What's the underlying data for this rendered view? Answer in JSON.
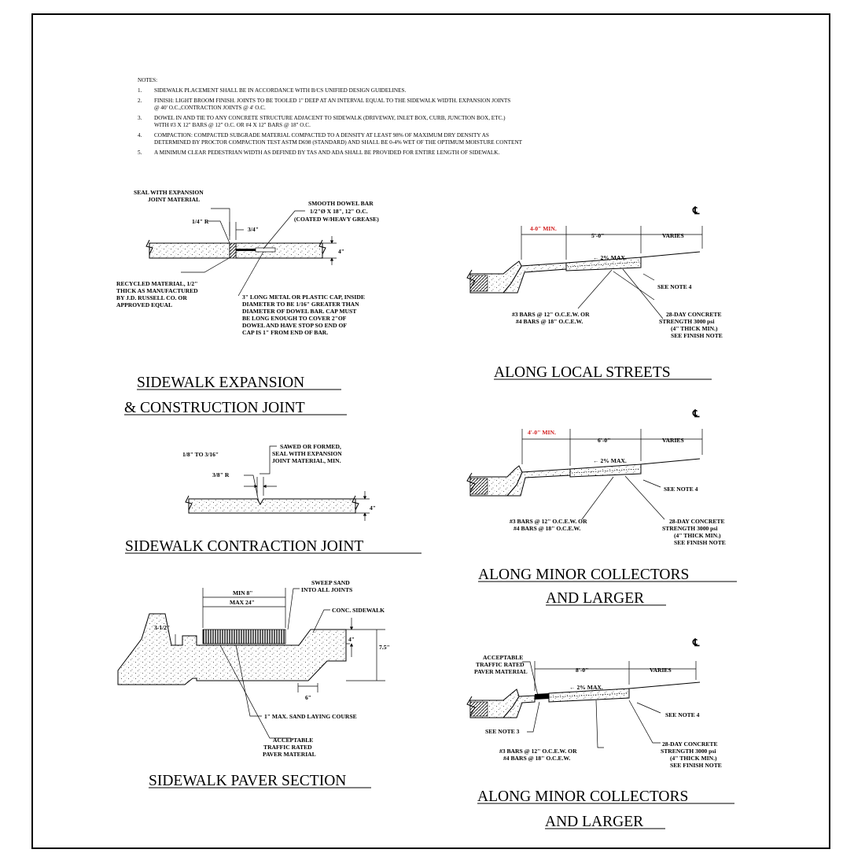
{
  "notes": {
    "header": "NOTES:",
    "items": [
      {
        "num": "1.",
        "lines": [
          "SIDEWALK PLACEMENT SHALL BE IN ACCORDANCE WITH B/CS UNIFIED DESIGN GUIDELINES."
        ]
      },
      {
        "num": "2.",
        "lines": [
          "FINISH: LIGHT BROOM FINISH.  JOINTS TO BE TOOLED 1\" DEEP AT AN INTERVAL EQUAL TO THE SIDEWALK WIDTH.  EXPANSION JOINTS",
          "@ 40' O.C.,CONTRACTION JOINTS @ 4' O.C."
        ]
      },
      {
        "num": "3.",
        "lines": [
          "DOWEL IN AND TIE TO ANY CONCRETE STRUCTURE ADJACENT TO SIDEWALK (DRIVEWAY, INLET BOX, CURB, JUNCTION BOX, ETC.)",
          "WITH #3 x 12\" BARS @ 12\" O.C. OR #4 x 12\" BARS @ 18\" O.C."
        ]
      },
      {
        "num": "4.",
        "lines": [
          "COMPACTION:  COMPACTED SUBGRADE MATERIAL COMPACTED TO A DENSITY AT LEAST 98% OF MAXIMUM DRY DENSITY AS",
          "DETERMINED BY PROCTOR COMPACTION TEST ASTM D698 (STANDARD) AND SHALL BE 0-4% WET OF THE OPTIMUM MOISTURE CONTENT"
        ]
      },
      {
        "num": "5.",
        "lines": [
          "A MINIMUM CLEAR PEDESTRIAN WIDTH AS DEFINED BY TAS AND ADA SHALL BE PROVIDED FOR ENTIRE LENGTH OF SIDEWALK."
        ]
      }
    ]
  },
  "expansion_joint": {
    "title_line1": "SIDEWALK EXPANSION",
    "title_line2": "& CONSTRUCTION JOINT",
    "seal_label": [
      "SEAL WITH EXPANSION",
      "JOINT MATERIAL"
    ],
    "radius": "1/4\" R",
    "gap": "3/4\"",
    "dowel_label": [
      "SMOOTH DOWEL BAR",
      "1/2\"Ø  X 18\", 12\" O.C.",
      "(COATED W/HEAVY GREASE)"
    ],
    "thickness": "4\"",
    "recycled_label": [
      "RECYCLED MATERIAL, 1/2\"",
      "THICK AS MANUFACTURED",
      "BY J.D. RUSSELL CO. OR",
      "APPROVED EQUAL"
    ],
    "cap_label": [
      "3\" LONG METAL OR PLASTIC CAP, INSIDE",
      "DIAMETER TO BE 1/16\" GREATER THAN",
      "DIAMETER OF DOWEL BAR.  CAP MUST",
      "BE LONG ENOUGH TO COVER 2\"OF",
      "DOWEL AND HAVE STOP SO END OF",
      "CAP IS 1\" FROM END OF BAR."
    ]
  },
  "contraction_joint": {
    "title": "SIDEWALK CONTRACTION JOINT",
    "width_range": "1/8\" TO 3/16\"",
    "radius": "3/8\" R",
    "sawed_label": [
      "SAWED OR FORMED,",
      "SEAL WITH EXPANSION",
      "JOINT MATERIAL, MIN."
    ],
    "thickness": "4\""
  },
  "paver_section": {
    "title": "SIDEWALK PAVER SECTION",
    "min": "MIN 8\"",
    "max": "MAX 24\"",
    "sweep_label": [
      "SWEEP SAND",
      "INTO ALL JOINTS"
    ],
    "conc_label": "CONC. SIDEWALK",
    "curb_dim": "3-1/2\"",
    "thickness": "4\"",
    "depth": "7.5\"",
    "toe": "6\"",
    "sand_label": "1\" MAX. SAND LAYING COURSE",
    "paver_label": [
      "ACCEPTABLE",
      "TRAFFIC RATED",
      "PAVER MATERIAL"
    ]
  },
  "local_streets": {
    "title": "ALONG LOCAL STREETS",
    "cl": "℄",
    "min_width": "4-0\" MIN.",
    "walk_width": "5'-0\"",
    "varies": "VARIES",
    "slope": "← 2% MAX.",
    "see_note": "SEE NOTE 4",
    "bars_label": [
      "#3 BARS @ 12\" O.C.E.W. OR",
      "#4 BARS @ 18\" O.C.E.W."
    ],
    "concrete_label": [
      "28-DAY CONCRETE",
      "STRENGTH  3000 psi",
      "(4\" THICK MIN.)",
      "SEE FINISH NOTE"
    ]
  },
  "minor_collectors": {
    "title_line1": "ALONG MINOR COLLECTORS",
    "title_line2": "AND LARGER",
    "cl": "℄",
    "min_width": "4'-0\" MIN.",
    "walk_width": "6'-0\"",
    "varies": "VARIES",
    "slope": "← 2% MAX.",
    "see_note": "SEE NOTE 4",
    "bars_label": [
      "#3 BARS @ 12\" O.C.E.W. OR",
      "#4 BARS @ 18\" O.C.E.W."
    ],
    "concrete_label": [
      "28-DAY CONCRETE",
      "STRENGTH  3000 psi",
      "(4\" THICK MIN.)",
      "SEE FINISH NOTE"
    ]
  },
  "minor_collectors_paver": {
    "title_line1": "ALONG MINOR COLLECTORS",
    "title_line2": "AND LARGER",
    "cl": "℄",
    "paver_label": [
      "ACCEPTABLE",
      "TRAFFIC RATED",
      "PAVER MATERIAL"
    ],
    "walk_width": "8'-0\"",
    "varies": "VARIES",
    "slope": "← 2% MAX.",
    "see_note3": "SEE NOTE 3",
    "see_note4": "SEE NOTE 4",
    "bars_label": [
      "#3 BARS @ 12\" O.C.E.W. OR",
      "#4 BARS @ 18\" O.C.E.W."
    ],
    "concrete_label": [
      "28-DAY CONCRETE",
      "STRENGTH  3000 psi",
      "(4\" THICK MIN.)",
      "SEE FINISH NOTE"
    ]
  }
}
